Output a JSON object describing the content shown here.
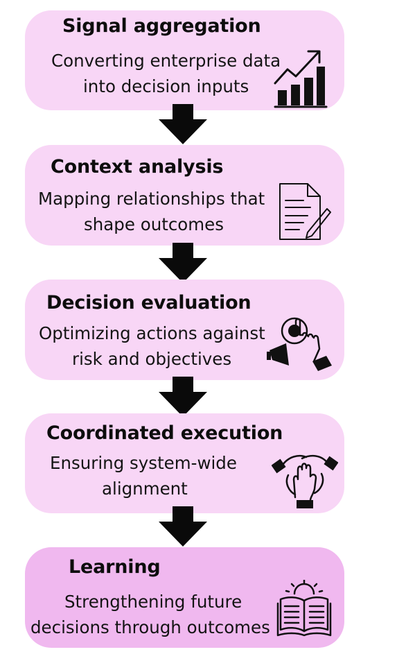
{
  "steps": [
    {
      "title": "Signal aggregation",
      "desc1": "Converting enterprise data",
      "desc2": "into decision inputs",
      "icon": "growth-chart-icon"
    },
    {
      "title": "Context analysis",
      "desc1": "Mapping relationships that",
      "desc2": "shape outcomes",
      "icon": "document-pen-icon"
    },
    {
      "title": "Decision evaluation",
      "desc1": "Optimizing actions against",
      "desc2": "risk and objectives",
      "icon": "target-hand-megaphone-icon"
    },
    {
      "title": "Coordinated execution",
      "desc1": "Ensuring system-wide",
      "desc2": "alignment",
      "icon": "handshake-icon"
    },
    {
      "title": "Learning",
      "desc1": "Strengthening future",
      "desc2": "decisions through outcomes",
      "icon": "open-book-icon"
    }
  ],
  "colors": {
    "box": "#f8d6f6",
    "box_last": "#f0b8ef",
    "arrow": "#0a0a0a"
  }
}
